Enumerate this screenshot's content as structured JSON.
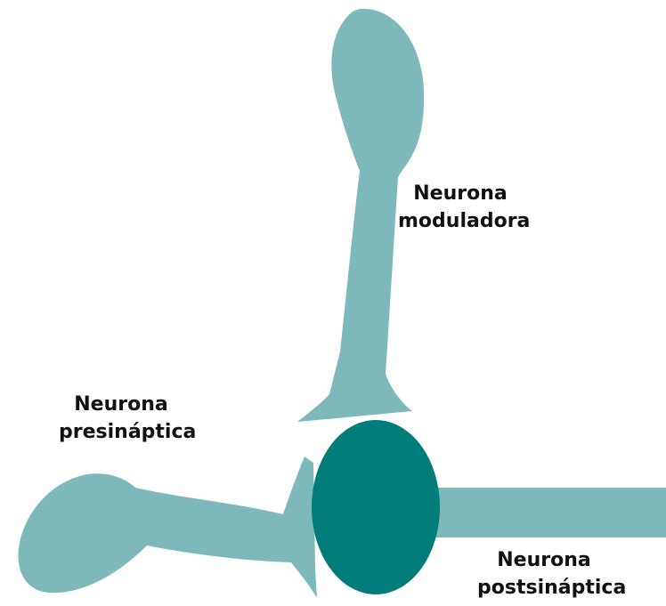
{
  "colors": {
    "neuron_light": "#7db9bb",
    "synapse_dark": "#007c7b",
    "text": "#111111",
    "background": "#ffffff"
  },
  "labels": {
    "modulator": {
      "line1": "Neurona",
      "line2": "moduladora"
    },
    "presynaptic": {
      "line1": "Neurona",
      "line2": "presináptica"
    },
    "postsynaptic": {
      "line1": "Neurona",
      "line2": "postsináptica"
    }
  }
}
